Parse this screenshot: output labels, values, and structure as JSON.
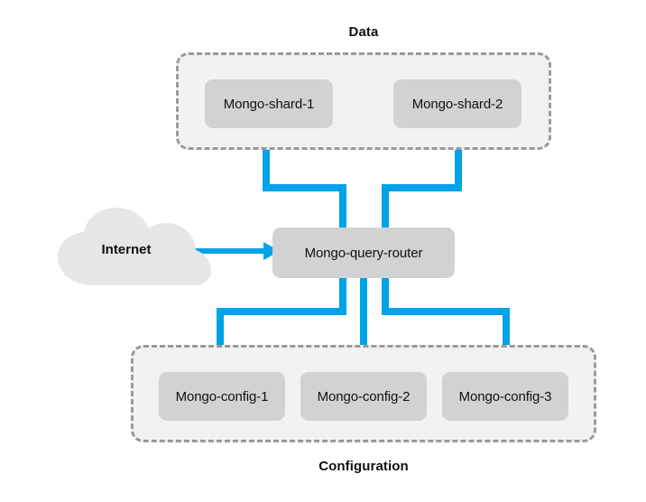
{
  "diagram": {
    "title_top": "Data",
    "title_bottom": "Configuration",
    "background_color": "#ffffff",
    "node_fill": "#D2D2D2",
    "group_fill": "#F2F2F2",
    "group_stroke": "#9A9A9A",
    "connector_color": "#00A2E8",
    "cloud_fill": "#E6E6E6",
    "text_color": "#111111"
  },
  "groups": [
    {
      "id": "data",
      "label": "Data",
      "label_position": "top"
    },
    {
      "id": "configuration",
      "label": "Configuration",
      "label_position": "bottom"
    }
  ],
  "nodes": {
    "shards": [
      {
        "id": "shard-1",
        "label": "Mongo-shard-1"
      },
      {
        "id": "shard-2",
        "label": "Mongo-shard-2"
      }
    ],
    "router": {
      "id": "query-router",
      "label": "Mongo-query-router"
    },
    "configs": [
      {
        "id": "config-1",
        "label": "Mongo-config-1"
      },
      {
        "id": "config-2",
        "label": "Mongo-config-2"
      },
      {
        "id": "config-3",
        "label": "Mongo-config-3"
      }
    ],
    "cloud": {
      "id": "internet",
      "label": "Internet",
      "icon": "cloud-icon"
    }
  },
  "connections": [
    {
      "from": "internet",
      "to": "query-router",
      "style": "arrow"
    },
    {
      "from": "shard-1",
      "to": "query-router",
      "style": "elbow"
    },
    {
      "from": "shard-2",
      "to": "query-router",
      "style": "elbow"
    },
    {
      "from": "query-router",
      "to": "config-1",
      "style": "elbow"
    },
    {
      "from": "query-router",
      "to": "config-2",
      "style": "straight"
    },
    {
      "from": "query-router",
      "to": "config-3",
      "style": "elbow"
    }
  ]
}
